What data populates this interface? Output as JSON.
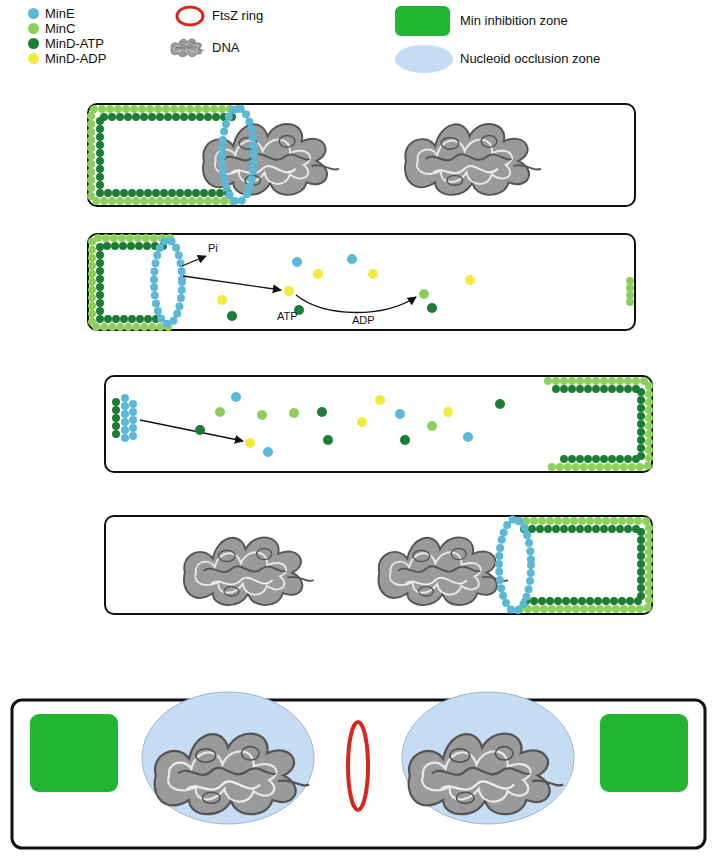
{
  "diagram": {
    "labels": [
      "Pi",
      "ATP",
      "ADP"
    ],
    "legend": [
      {
        "text": "MinE",
        "color": "#5bb8d6"
      },
      {
        "text": "MinC",
        "color": "#8ccf5a"
      },
      {
        "text": "MinD-ATP",
        "color": "#1d7d35"
      },
      {
        "text": "MinD-ADP",
        "color": "#f2ea3c"
      },
      {
        "text": "FtsZ ring"
      },
      {
        "text": "DNA"
      },
      {
        "text": "Min inhibition zone",
        "color": "#22b532"
      },
      {
        "text": "Nucleoid occlusion zone",
        "color": "#c5dcf2"
      }
    ]
  }
}
